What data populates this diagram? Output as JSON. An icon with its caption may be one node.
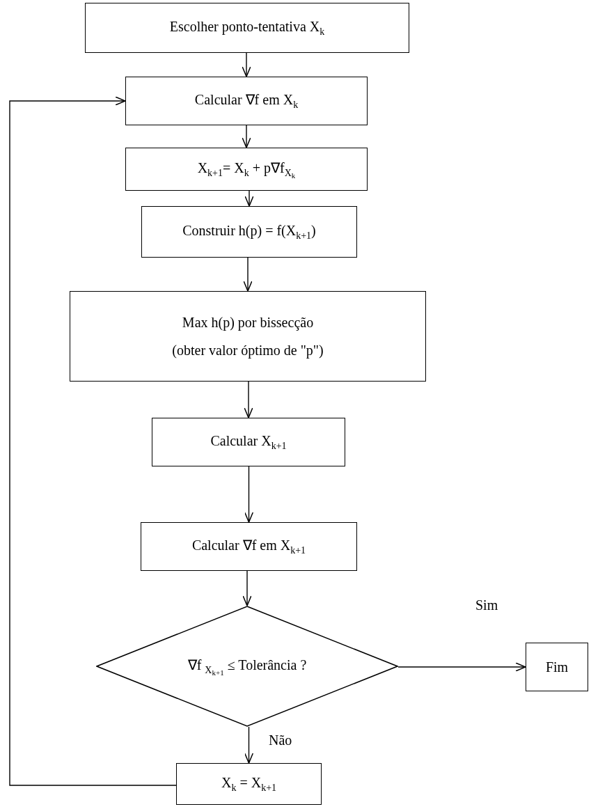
{
  "diagram": {
    "nodes": [
      {
        "text": [
          "Escolher ponto-tentativa X$_{k}$"
        ]
      },
      {
        "text": [
          "Calcular ∇f em X$_{k}$"
        ]
      },
      {
        "text": [
          "X$_{k+1}$= X$_{k}$ + p∇f$_{X}$$_{k}$"
        ]
      },
      {
        "text": [
          "Construir h(p) = f(X$_{k+1}$)"
        ]
      },
      {
        "text": [
          "Max h(p) por bissecção",
          "(obter valor óptimo de \"p\")"
        ]
      },
      {
        "text": [
          "Calcular X$_{k+1}$"
        ]
      },
      {
        "text": [
          "Calcular ∇f em X$_{k+1}$"
        ]
      },
      {
        "text": [
          "∇f $_{X}$$_{k+1}$ ≤ Tolerância ?"
        ]
      },
      {
        "text": [
          "Fim"
        ]
      },
      {
        "text": [
          "X$_{k}$ = X$_{k+1}$"
        ]
      }
    ],
    "edges": [
      {
        "from": 0,
        "to": 1,
        "arrow": "to"
      },
      {
        "from": 1,
        "to": 2,
        "arrow": "to"
      },
      {
        "from": 2,
        "to": 3,
        "arrow": "to"
      },
      {
        "from": 3,
        "to": 4,
        "arrow": "to"
      },
      {
        "from": 4,
        "to": 5,
        "arrow": "to"
      },
      {
        "from": 5,
        "to": 6,
        "arrow": "to"
      },
      {
        "from": 6,
        "to": 7,
        "arrow": "to"
      },
      {
        "from": 7,
        "to": 8,
        "arrow": "to",
        "label": "Sim"
      },
      {
        "from": 7,
        "to": 9,
        "arrow": "to",
        "label": "Não"
      },
      {
        "from": 9,
        "to": 1,
        "arrow": "to"
      }
    ]
  }
}
